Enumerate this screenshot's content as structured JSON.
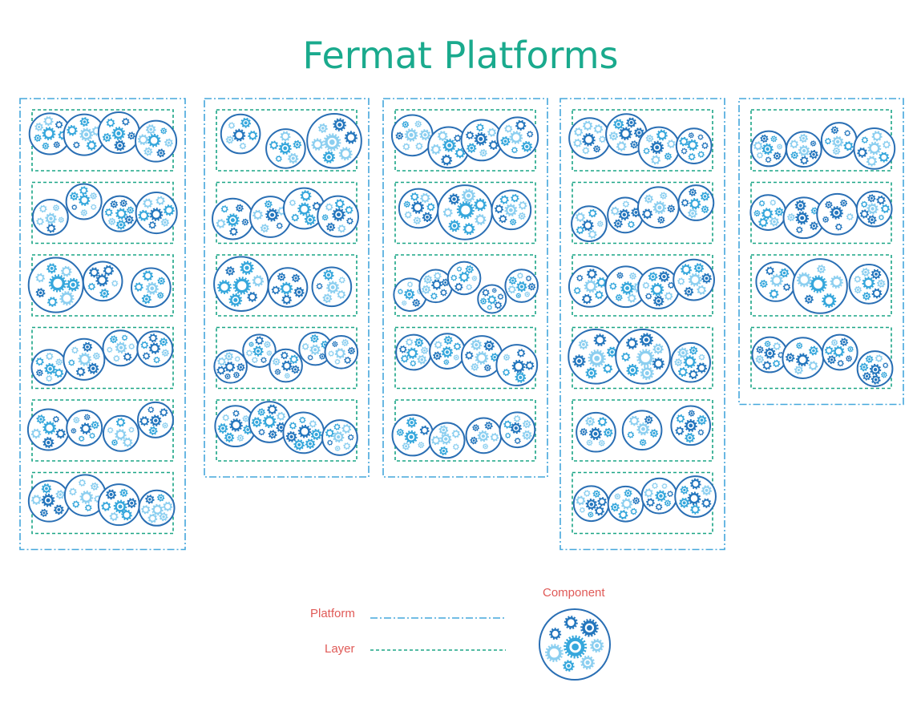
{
  "title": "Fermat Platforms",
  "legend": {
    "platform": "Platform",
    "layer": "Layer",
    "component": "Component"
  },
  "colors": {
    "title": "#1aaa8d",
    "platform_border": "#45a7dc",
    "layer_border": "#1aa586",
    "component_border": "#2a6fb4",
    "gear_light": "#8ccff0",
    "gear_medium": "#36a7dc",
    "gear_dark": "#2476bd",
    "legend_text": "#e05a57"
  },
  "platforms": [
    {
      "layers": [
        4,
        4,
        3,
        4,
        4,
        4
      ]
    },
    {
      "layers": [
        3,
        4,
        3,
        5,
        4
      ]
    },
    {
      "layers": [
        4,
        3,
        5,
        4,
        4
      ]
    },
    {
      "layers": [
        4,
        4,
        4,
        3,
        3,
        4
      ]
    },
    {
      "layers": [
        4,
        4,
        3,
        4
      ]
    }
  ]
}
